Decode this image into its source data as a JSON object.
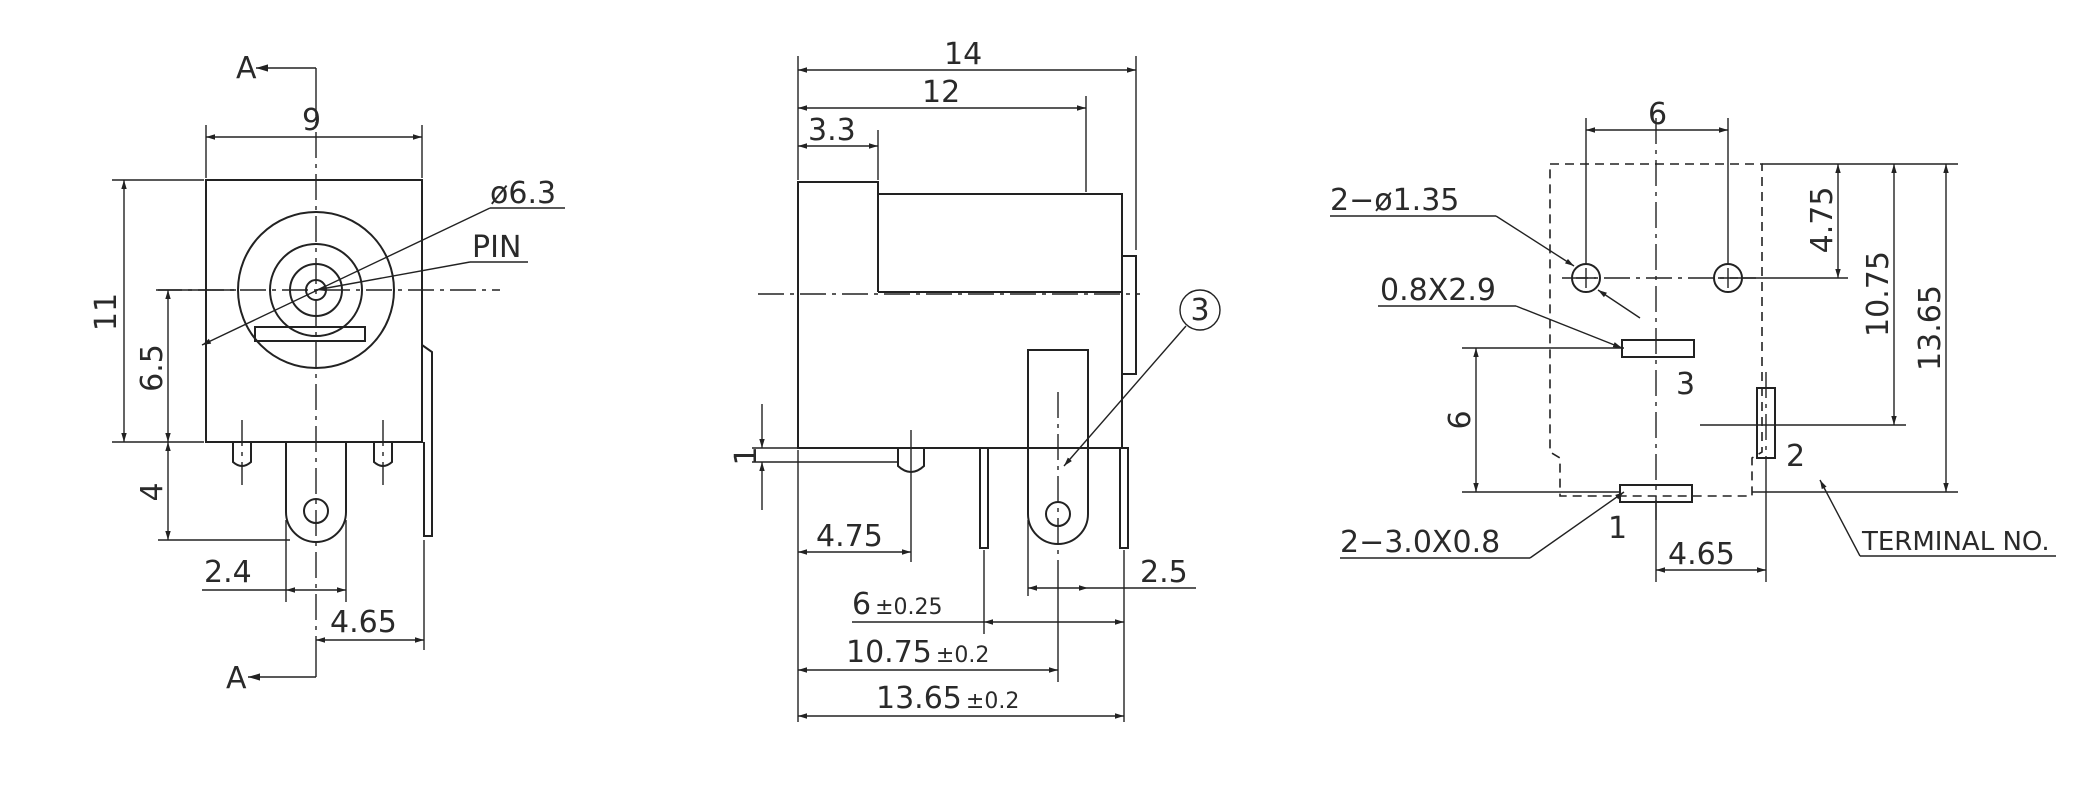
{
  "front_view": {
    "section_top": "A",
    "section_bottom": "A",
    "dim_width": "9",
    "dim_height": "11",
    "dim_center_height": "6.5",
    "dim_terminal": "4",
    "dim_spacing_a": "2.4",
    "dim_spacing_b": "4.65",
    "label_diameter": "ø6.3",
    "label_pin": "PIN"
  },
  "side_view": {
    "dim_total": "14",
    "dim_body": "12",
    "dim_collar": "3.3",
    "dim_offset": "1",
    "dim_peg": "4.75",
    "dim_pin_edge": "2.5",
    "dim_6": "6",
    "tol_6": "±0.25",
    "dim_1075": "10.75",
    "tol_1075": "±0.2",
    "dim_1365": "13.65",
    "tol_1365": "±0.2",
    "callout_number": "3"
  },
  "footprint": {
    "dim_hole_spacing": "6",
    "label_holes": "2−ø1.35",
    "label_slot_3": "0.8X2.9",
    "dim_hole_depth": "4.75",
    "dim_depth_mid": "10.75",
    "dim_depth_total": "13.65",
    "dim_slot_gap": "6",
    "dim_offset": "4.65",
    "label_slots_1": "2−3.0X0.8",
    "terminal_1": "1",
    "terminal_2": "2",
    "terminal_3": "3",
    "label_terminal": "TERMINAL NO."
  }
}
